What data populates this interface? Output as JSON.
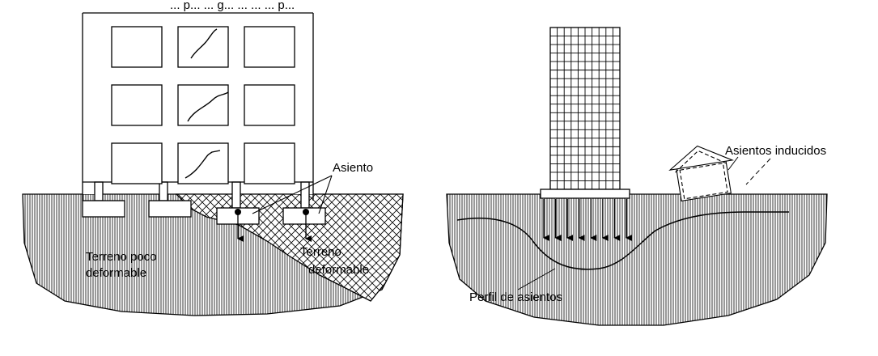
{
  "figure": {
    "top_caption": "... p... ... g... ... ... ... p...",
    "left_panel": {
      "labels": {
        "asiento": "Asiento",
        "terreno_poco_line1": "Terreno poco",
        "terreno_poco_line2": "deformable",
        "terreno_def_line1": "Terreno",
        "terreno_def_line2": "deformable"
      },
      "window_rows": 3,
      "window_cols": 3
    },
    "right_panel": {
      "labels": {
        "asientos_inducidos": "Asientos inducidos",
        "perfil": "Perfil de asientos"
      },
      "tower_grid_cols": 10,
      "tower_grid_rows": 19,
      "load_arrows": 8
    },
    "colors": {
      "ink": "#000000",
      "paper": "#ffffff"
    }
  }
}
